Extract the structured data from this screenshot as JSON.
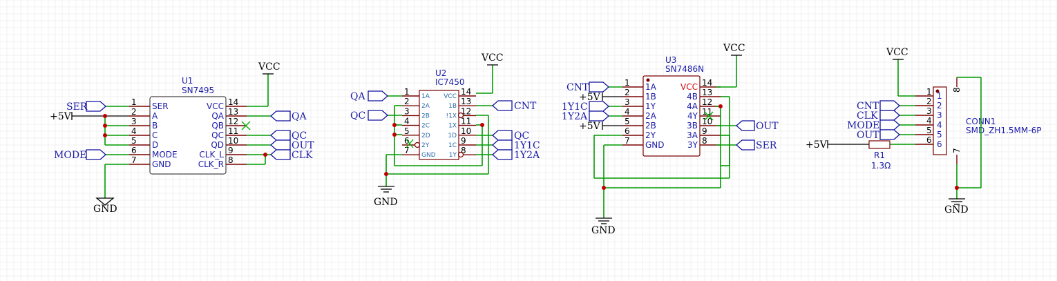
{
  "components": {
    "u1": {
      "ref": "U1",
      "value": "SN7495",
      "left_pins": [
        {
          "num": "1",
          "name": "SER"
        },
        {
          "num": "2",
          "name": "A"
        },
        {
          "num": "3",
          "name": "B"
        },
        {
          "num": "4",
          "name": "C"
        },
        {
          "num": "5",
          "name": "D"
        },
        {
          "num": "6",
          "name": "MODE"
        },
        {
          "num": "7",
          "name": "GND"
        }
      ],
      "right_pins": [
        {
          "num": "14",
          "name": "VCC"
        },
        {
          "num": "13",
          "name": "QA"
        },
        {
          "num": "12",
          "name": "QB"
        },
        {
          "num": "11",
          "name": "QC"
        },
        {
          "num": "10",
          "name": "QD"
        },
        {
          "num": "9",
          "name": "CLK_L"
        },
        {
          "num": "8",
          "name": "CLK_R"
        }
      ]
    },
    "u2": {
      "ref": "U2",
      "value": "IC7450",
      "left_pins": [
        {
          "num": "1",
          "name": "1A"
        },
        {
          "num": "2",
          "name": "2A"
        },
        {
          "num": "3",
          "name": "2B"
        },
        {
          "num": "4",
          "name": "2C"
        },
        {
          "num": "5",
          "name": "2D"
        },
        {
          "num": "6",
          "name": "2Y"
        },
        {
          "num": "7",
          "name": "GND"
        }
      ],
      "right_pins": [
        {
          "num": "14",
          "name": "VCC"
        },
        {
          "num": "13",
          "name": "1B"
        },
        {
          "num": "12",
          "name": "!1X"
        },
        {
          "num": "11",
          "name": "1X"
        },
        {
          "num": "10",
          "name": "1D"
        },
        {
          "num": "9",
          "name": "1C"
        },
        {
          "num": "8",
          "name": "1Y"
        }
      ]
    },
    "u3": {
      "ref": "U3",
      "value": "SN7486N",
      "left_pins": [
        {
          "num": "1",
          "name": "1A"
        },
        {
          "num": "2",
          "name": "1B"
        },
        {
          "num": "3",
          "name": "1Y"
        },
        {
          "num": "4",
          "name": "2A"
        },
        {
          "num": "5",
          "name": "2B"
        },
        {
          "num": "6",
          "name": "2Y"
        },
        {
          "num": "7",
          "name": "GND"
        }
      ],
      "right_pins": [
        {
          "num": "14",
          "name": "VCC"
        },
        {
          "num": "13",
          "name": "4B"
        },
        {
          "num": "12",
          "name": "4A"
        },
        {
          "num": "11",
          "name": "4Y"
        },
        {
          "num": "10",
          "name": "3B"
        },
        {
          "num": "9",
          "name": "3A"
        },
        {
          "num": "8",
          "name": "3Y"
        }
      ]
    },
    "conn1": {
      "ref": "CONN1",
      "value": "SMD_ZH1.5MM-6P",
      "left_pins": [
        "1",
        "2",
        "3",
        "4",
        "5",
        "6"
      ],
      "top_pin": "8",
      "bottom_pin": "7"
    },
    "r1": {
      "ref": "R1",
      "value": "1.3Ω"
    }
  },
  "power_labels": {
    "vcc": "VCC",
    "gnd": "GND",
    "plus5v": "+5V"
  },
  "net_labels": {
    "u1": {
      "ser": "SER",
      "mode": "MODE",
      "qa": "QA",
      "qc": "QC",
      "out": "OUT",
      "clk": "CLK"
    },
    "u2": {
      "qa": "QA",
      "qc": "QC",
      "cnt": "CNT",
      "qc2": "QC",
      "y1c": "1Y1C",
      "y2a": "1Y2A"
    },
    "u3": {
      "cnt": "CNT",
      "y1c": "1Y1C",
      "y2a": "1Y2A",
      "out": "OUT",
      "ser": "SER"
    },
    "conn": {
      "cnt": "CNT",
      "clk": "CLK",
      "mode": "MODE",
      "out": "OUT"
    }
  },
  "colors": {
    "wire": "#009a00",
    "pin": "#7a0000",
    "label": "#1a1aa8",
    "junction": "#c00000",
    "power_pin": "#d01010"
  }
}
